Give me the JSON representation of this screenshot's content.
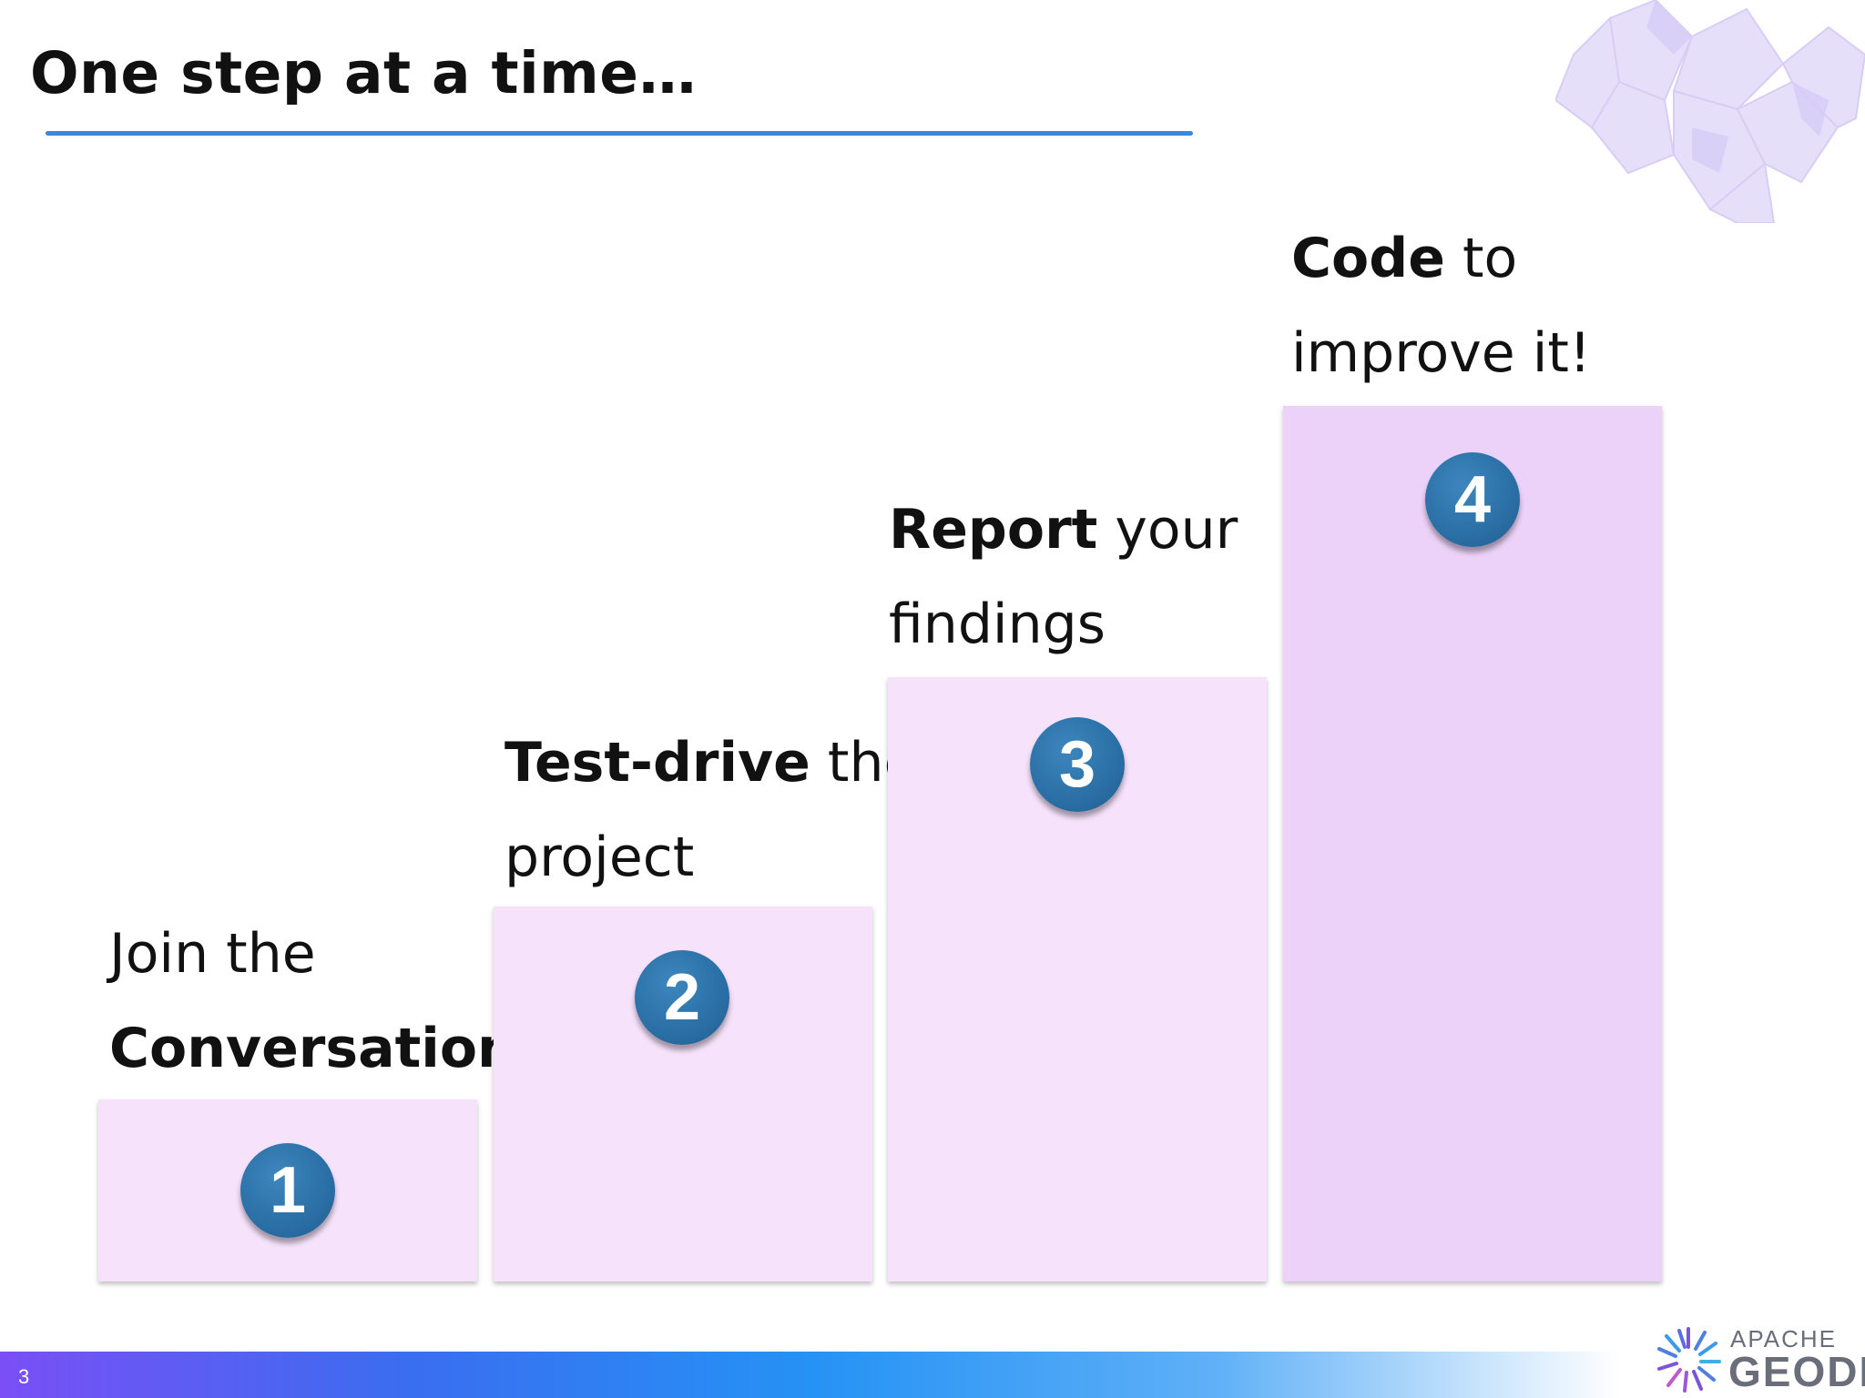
{
  "slide": {
    "title": "One step at a time…",
    "page_number": "3"
  },
  "steps": [
    {
      "number": "1",
      "line1_regular": "Join the",
      "line2_bold": "Conversation"
    },
    {
      "number": "2",
      "line1_bold": "Test-drive",
      "line1_regular": " the",
      "line2_regular": "project"
    },
    {
      "number": "3",
      "line1_bold": "Report",
      "line1_regular": " your",
      "line2_regular": "findings"
    },
    {
      "number": "4",
      "line1_bold": "Code",
      "line1_regular": " to",
      "line2_regular": "improve it!"
    }
  ],
  "logo": {
    "line1": "APACHE",
    "line2": "GEODE"
  },
  "colors": {
    "title_rule": "#3a86e0",
    "block_fill": "#f6e2fb",
    "badge": "#2a6fa6"
  }
}
